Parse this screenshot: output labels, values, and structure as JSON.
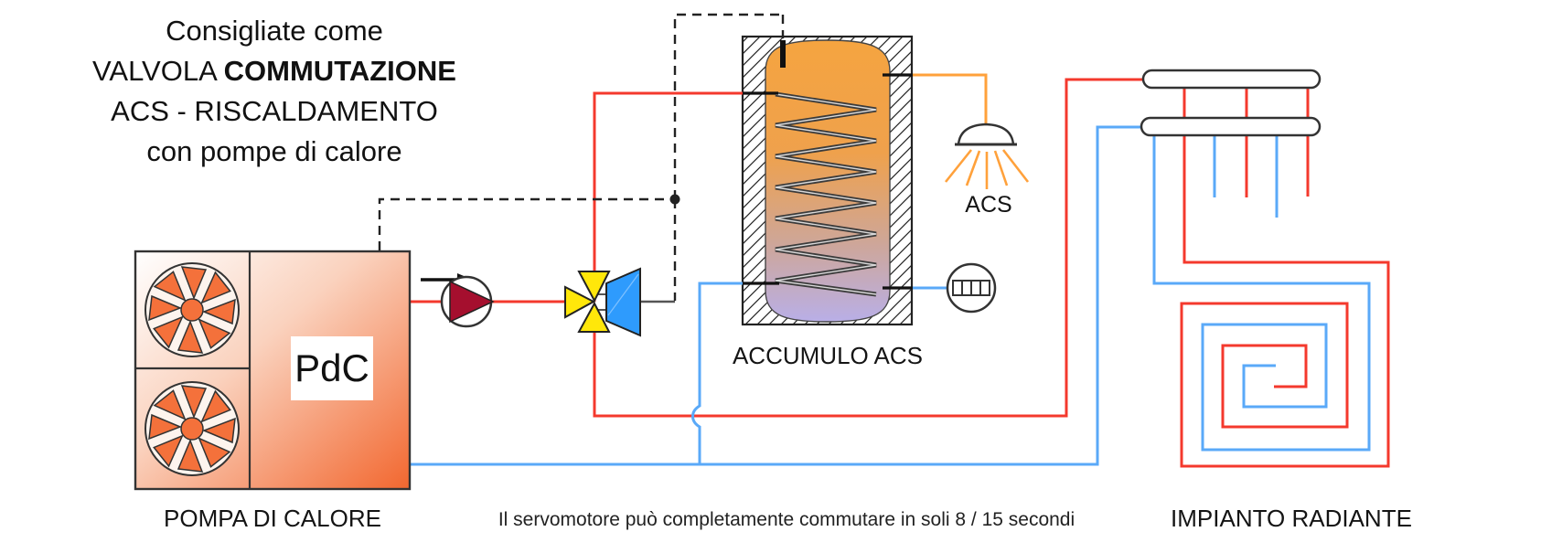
{
  "title": {
    "line1": "Consigliate come",
    "line2_regular": "VALVOLA ",
    "line2_bold": "COMMUTAZIONE",
    "line3": "ACS - RISCALDAMENTO",
    "line4": "con pompe di calore"
  },
  "components": {
    "heat_pump": {
      "box_label": "PdC",
      "caption": "POMPA DI CALORE"
    },
    "storage_tank": {
      "caption": "ACCUMULO ACS"
    },
    "shower": {
      "caption": "ACS"
    },
    "radiant_floor": {
      "caption": "IMPIANTO RADIANTE"
    }
  },
  "note": "Il servomotore può completamente commutare in soli 8 / 15 secondi",
  "colors": {
    "pipe_hot_red": "#F4392D",
    "pipe_cold_blue": "#5AA9F8",
    "pipe_dhw_orange": "#FFA13B",
    "valve_yellow": "#FFE70A",
    "actuator_blue": "#2E9BFD",
    "pump_rotor_red": "#A50F2E",
    "heat_pump_orange": "#F2672F",
    "tank_top_orange": "#F5A440",
    "tank_bottom_lavender": "#B9AFE7",
    "control_line_dark": "#222222"
  }
}
